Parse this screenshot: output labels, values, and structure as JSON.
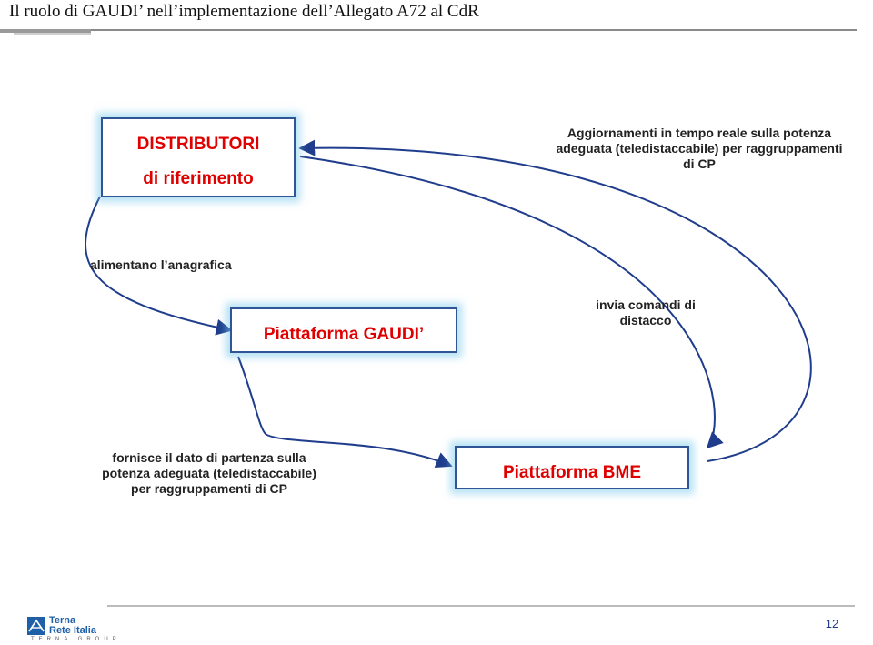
{
  "slide": {
    "title": "Il ruolo di GAUDI’ nell’implementazione dell’Allegato A72 al CdR",
    "page_number": "12"
  },
  "nodes": {
    "distributori": {
      "line1": "DISTRIBUTORI",
      "line2": "di riferimento"
    },
    "gaudi": {
      "label": "Piattaforma GAUDI’"
    },
    "bme": {
      "label": "Piattaforma BME"
    }
  },
  "edge_labels": {
    "aggiornamenti": [
      "Aggiornamenti in tempo reale sulla potenza",
      "adeguata (teledistaccabile) per raggruppamenti",
      "di CP"
    ],
    "anagrafica": "alimentano l’anagrafica",
    "comandi": [
      "invia comandi di",
      "distacco"
    ],
    "fornisce": [
      "fornisce il dato di partenza sulla",
      "potenza adeguata (teledistaccabile)",
      "per raggruppamenti di CP"
    ]
  },
  "footer": {
    "logo_line1": "Terna",
    "logo_line2": "Rete Italia",
    "logo_line3": "TERNA GROUP"
  },
  "colors": {
    "node_text": "#e00000",
    "node_border": "#2f5597",
    "node_glow": "#78c8eb",
    "arrow": "#1f3d8c"
  }
}
